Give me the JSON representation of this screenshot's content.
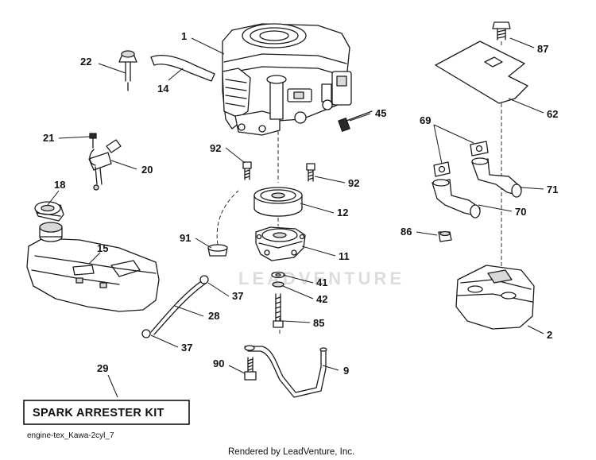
{
  "diagram": {
    "callouts": [
      {
        "id": "c1",
        "label": "1"
      },
      {
        "id": "c22",
        "label": "22"
      },
      {
        "id": "c14",
        "label": "14"
      },
      {
        "id": "c45",
        "label": "45"
      },
      {
        "id": "c21",
        "label": "21"
      },
      {
        "id": "c20",
        "label": "20"
      },
      {
        "id": "c92a",
        "label": "92"
      },
      {
        "id": "c92b",
        "label": "92"
      },
      {
        "id": "c18",
        "label": "18"
      },
      {
        "id": "c12",
        "label": "12"
      },
      {
        "id": "c15",
        "label": "15"
      },
      {
        "id": "c91",
        "label": "91"
      },
      {
        "id": "c11",
        "label": "11"
      },
      {
        "id": "c41",
        "label": "41"
      },
      {
        "id": "c42",
        "label": "42"
      },
      {
        "id": "c37a",
        "label": "37"
      },
      {
        "id": "c28",
        "label": "28"
      },
      {
        "id": "c85",
        "label": "85"
      },
      {
        "id": "c37b",
        "label": "37"
      },
      {
        "id": "c90",
        "label": "90"
      },
      {
        "id": "c9",
        "label": "9"
      },
      {
        "id": "c29",
        "label": "29"
      },
      {
        "id": "c87",
        "label": "87"
      },
      {
        "id": "c62",
        "label": "62"
      },
      {
        "id": "c69",
        "label": "69"
      },
      {
        "id": "c71",
        "label": "71"
      },
      {
        "id": "c70",
        "label": "70"
      },
      {
        "id": "c86",
        "label": "86"
      },
      {
        "id": "c2",
        "label": "2"
      }
    ],
    "kit_label": "SPARK ARRESTER KIT",
    "drawing_code": "engine-tex_Kawa-2cyl_7",
    "credit": "Rendered by LeadVenture, Inc.",
    "watermark": "LEADVENTURE"
  }
}
